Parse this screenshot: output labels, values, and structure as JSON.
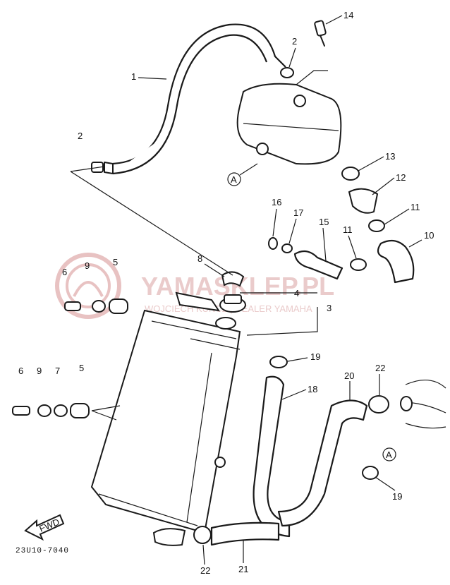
{
  "diagram": {
    "drawing_code": "23U10-7040",
    "fwd_label": "FWD",
    "circle_ref": "A",
    "callouts": [
      "14",
      "2",
      "1",
      "2",
      "13",
      "12",
      "16",
      "17",
      "15",
      "11",
      "11",
      "10",
      "8",
      "6",
      "9",
      "5",
      "4",
      "3",
      "19",
      "20",
      "22",
      "18",
      "6",
      "9",
      "7",
      "5",
      "A",
      "19",
      "22",
      "21"
    ]
  },
  "watermark": {
    "brand": "YAMASKLEP.PL",
    "tagline": "WOJCIECH KUNCZ | DEALER YAMAHA"
  },
  "colors": {
    "line": "#1a1a1a",
    "watermark": "#e8c6c6",
    "background": "#ffffff"
  }
}
